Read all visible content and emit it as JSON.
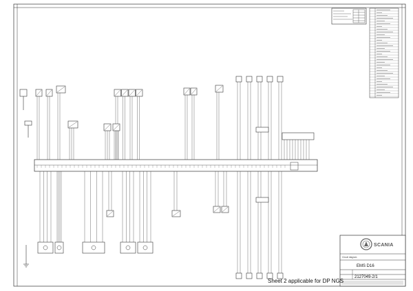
{
  "title_block": {
    "brand": "SCANIA",
    "type_label": "Circuit diagram",
    "system": "EMS D16",
    "drawing_no": "2127049-2/1"
  },
  "footer": {
    "note": "Sheet 2 applicable for DP NGS"
  },
  "colors": {
    "line": "#333333",
    "paper": "#ffffff",
    "logo": "#666666"
  }
}
